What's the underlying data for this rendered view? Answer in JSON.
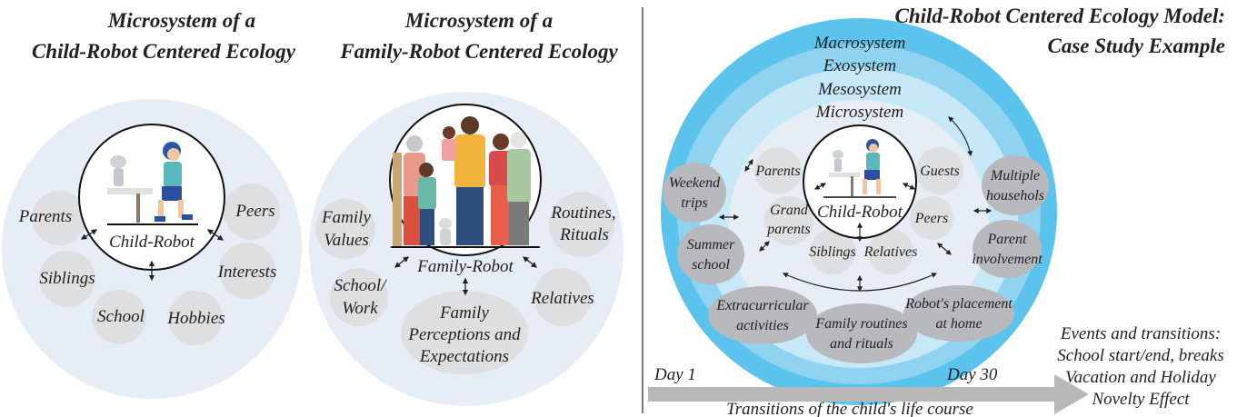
{
  "panel1": {
    "title_line1": "Microsystem of a",
    "title_line2": "Child-Robot Centered Ecology",
    "center_label": "Child-Robot",
    "nodes": [
      "Parents",
      "Peers",
      "Siblings",
      "Interests",
      "School",
      "Hobbies"
    ]
  },
  "panel2": {
    "title_line1": "Microsystem of a",
    "title_line2": "Family-Robot Centered Ecology",
    "center_label": "Family-Robot",
    "family_values": [
      "Family",
      "Values"
    ],
    "routines": [
      "Routines,",
      "Rituals"
    ],
    "school_work": [
      "School/",
      "Work"
    ],
    "relatives": "Relatives",
    "perceptions": [
      "Family",
      "Perceptions and",
      "Expectations"
    ]
  },
  "panel3": {
    "title_line1": "Child-Robot Centered Ecology Model:",
    "title_line2": "Case Study Example",
    "layers": [
      "Macrosystem",
      "Exosystem",
      "Mesosystem",
      "Microsystem"
    ],
    "center_label": "Child-Robot",
    "micro_nodes": {
      "parents": "Parents",
      "guests": "Guests",
      "grand": [
        "Grand",
        "parents"
      ],
      "peers": "Peers",
      "siblings": "Siblings",
      "relatives": "Relatives"
    },
    "outer_nodes": {
      "weekend": [
        "Weekend",
        "trips"
      ],
      "multiple": [
        "Multiple",
        "househols"
      ],
      "summer": [
        "Summer",
        "school"
      ],
      "parent_inv": [
        "Parent",
        "involvement"
      ],
      "extra": [
        "Extracurricular",
        "activities"
      ],
      "routines": [
        "Family routines",
        "and rituals"
      ],
      "placement": [
        "Robot's placement",
        "at home"
      ]
    },
    "timeline": {
      "start": "Day 1",
      "end": "Day 30",
      "caption": "Transitions of the child's life course"
    },
    "events": [
      "Events and transitions:",
      "School start/end, breaks",
      "Vacation and Holiday",
      "Novelty Effect"
    ]
  },
  "colors": {
    "panel_bg": "#e6edf4",
    "node_fill": "#dedfe0",
    "outer_ring": "#5cc3ec",
    "ring2": "#8fd3f1",
    "ring3": "#c7e8f7",
    "inner_bg": "#e6edf4",
    "node3_fill": "#b7b9bc",
    "arrow_gray": "#b8b8b8"
  }
}
